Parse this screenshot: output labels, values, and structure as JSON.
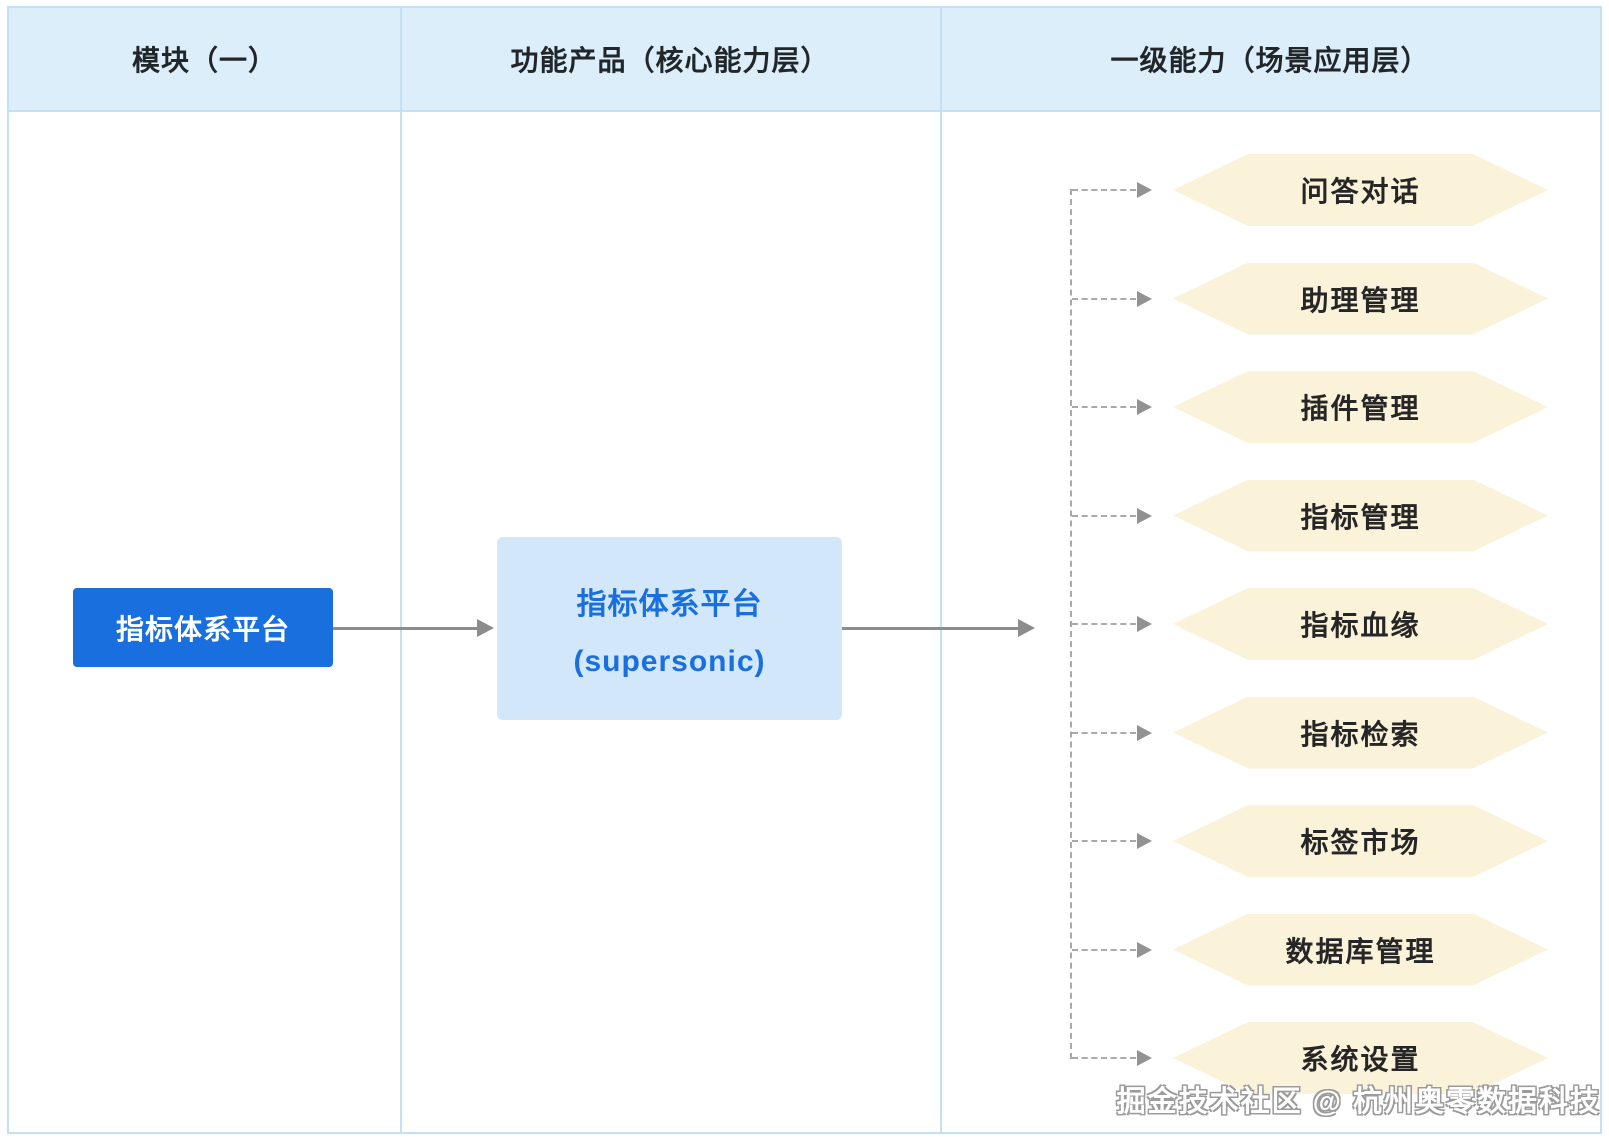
{
  "header": {
    "columns": [
      "模块（一）",
      "功能产品（核心能力层）",
      "一级能力（场景应用层）"
    ]
  },
  "module_box": {
    "label": "指标体系平台"
  },
  "product_box": {
    "title": "指标体系平台",
    "subtitle": "(supersonic)"
  },
  "capabilities": [
    "问答对话",
    "助理管理",
    "插件管理",
    "指标管理",
    "指标血缘",
    "指标检索",
    "标签市场",
    "数据库管理",
    "系统设置"
  ],
  "watermark": "掘金技术社区 @ 杭州奥零数据科技",
  "colors": {
    "header_bg": "#dceefa",
    "table_border": "#c3e1f2",
    "module_box_bg": "#1a6fdf",
    "module_box_text": "#ffffff",
    "product_box_bg": "#d2e7f9",
    "product_box_text": "#1a6fdf",
    "hexagon_bg": "#faf3da",
    "hexagon_text": "#262626",
    "arrow": "#8c8c8c",
    "dashed_line": "#a9a9a9"
  }
}
